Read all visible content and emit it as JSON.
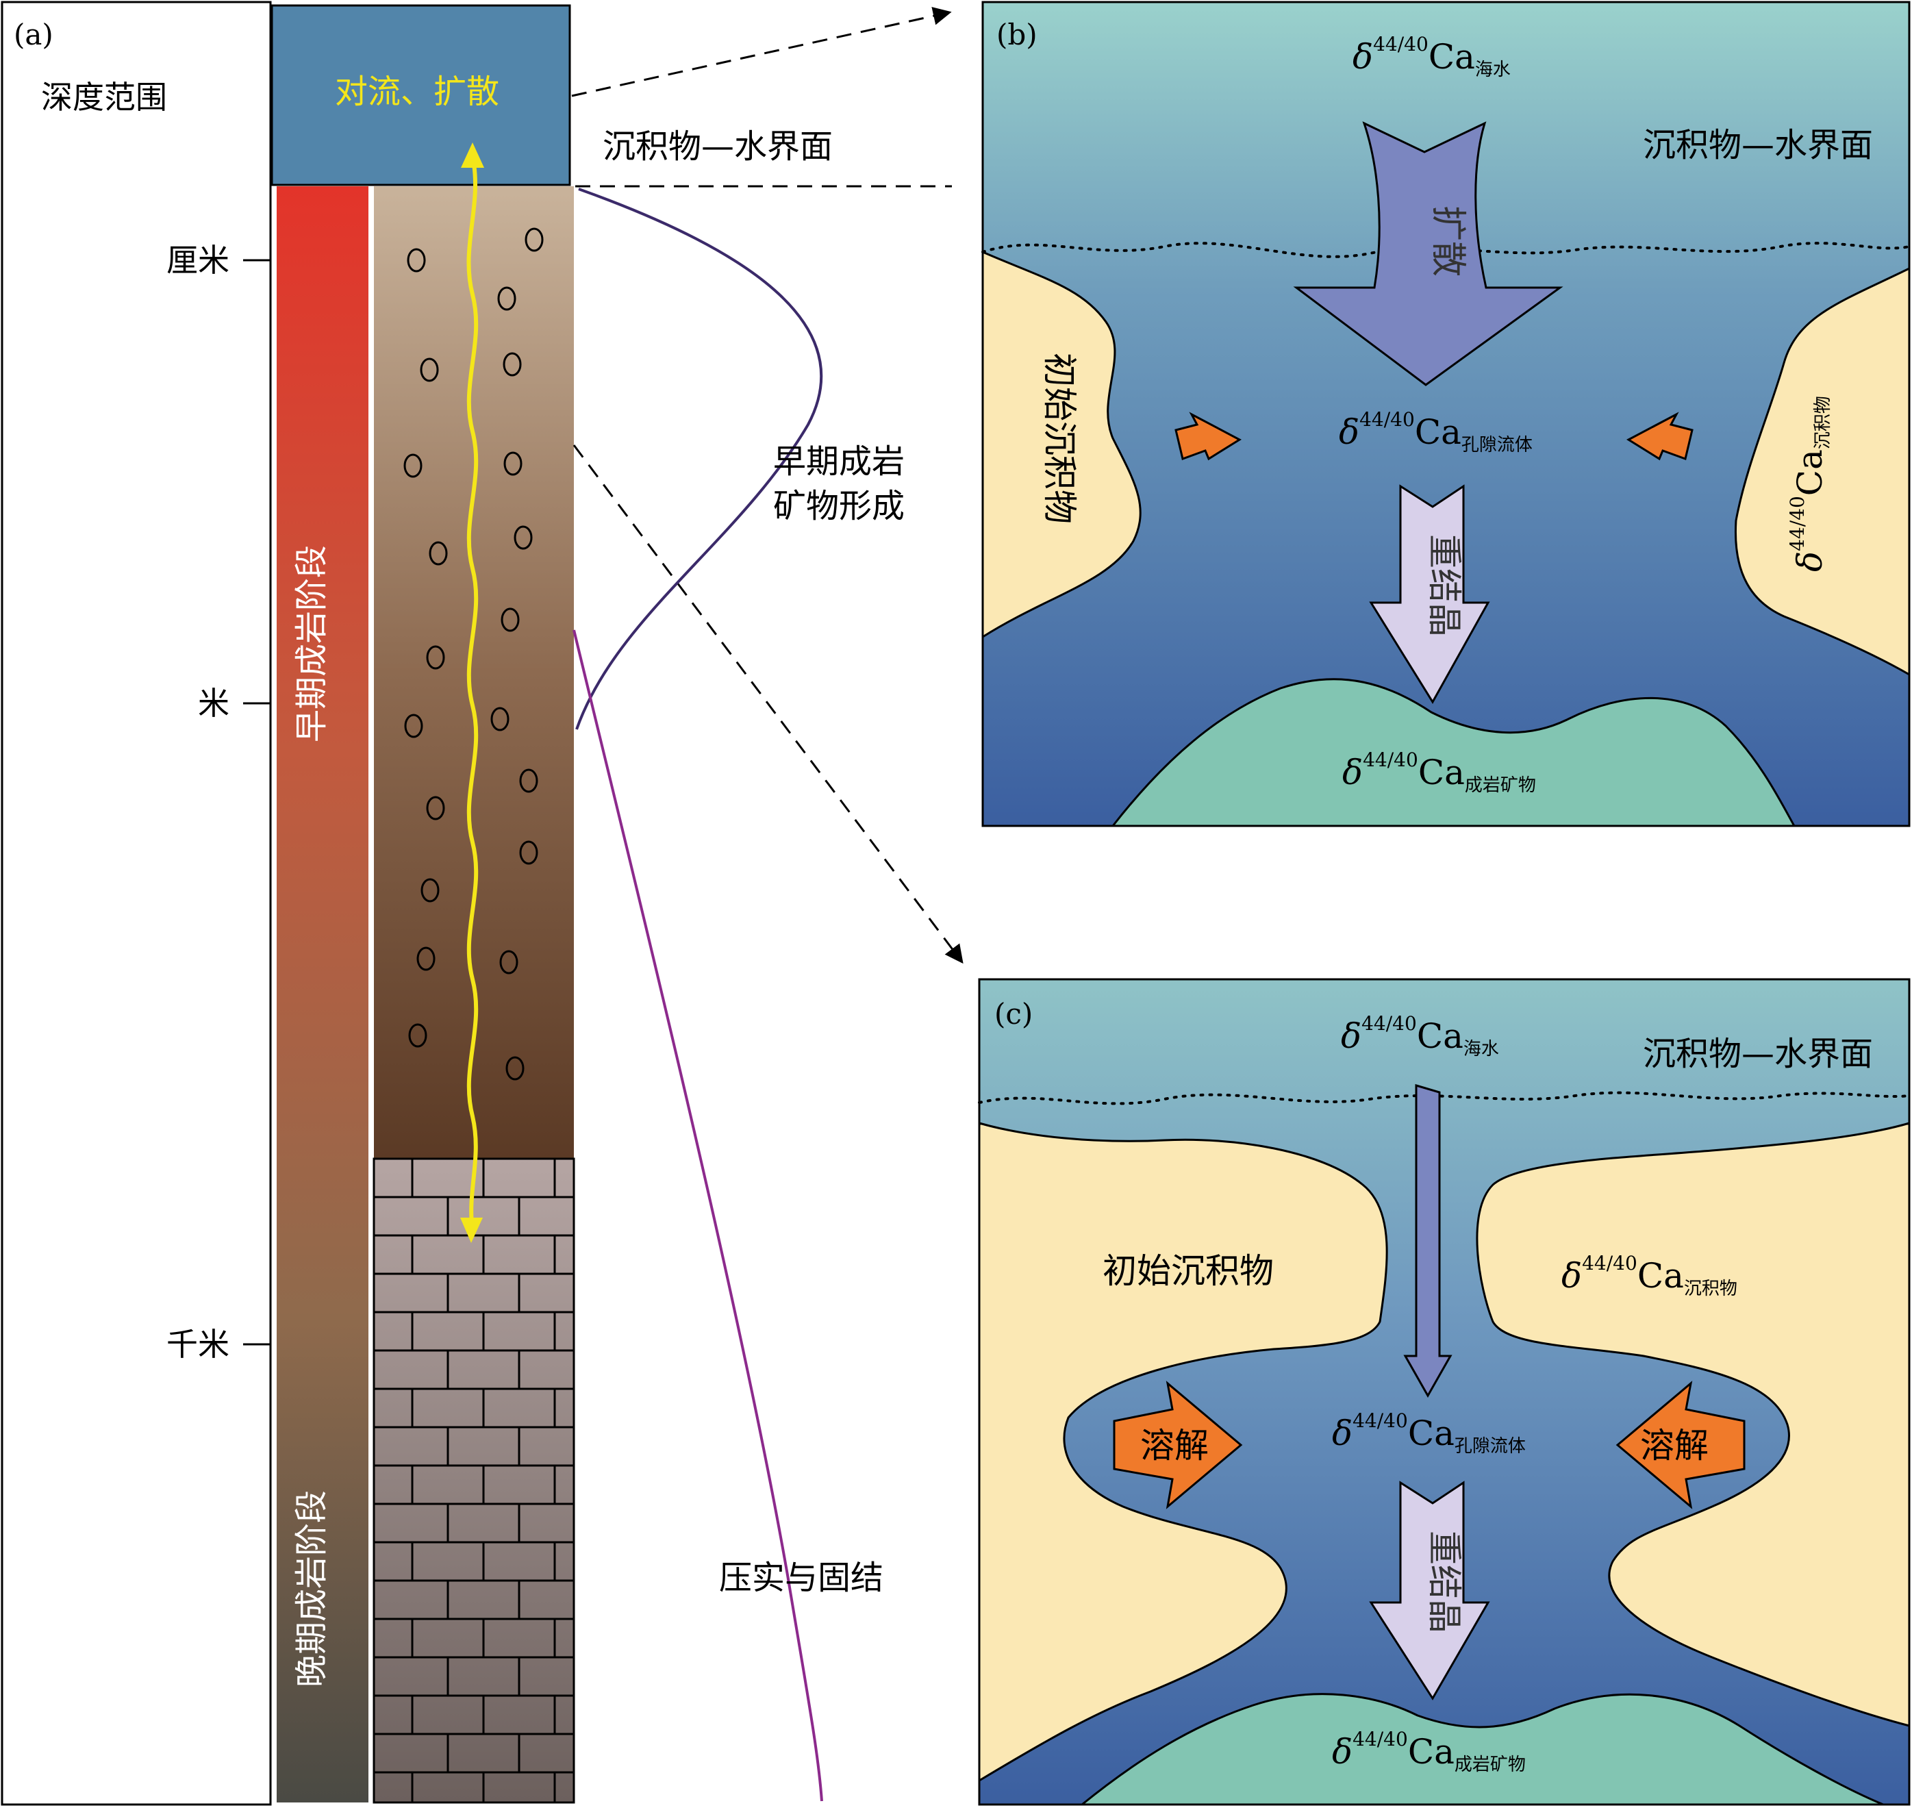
{
  "panel_a": {
    "label": "(a)",
    "depth_title": "深度范围",
    "top_zone_label": "对流、扩散",
    "interface_label": "沉积物—水界面",
    "depth_ticks": [
      "厘米",
      "米",
      "千米"
    ],
    "early_stage_label": "早期成岩阶段",
    "late_stage_label": "晚期成岩阶段",
    "early_mineral_label_line1": "早期成岩",
    "early_mineral_label_line2": "矿物形成",
    "compaction_label": "压实与固结"
  },
  "panel_b": {
    "label": "(b)",
    "delta_symbol": "δ",
    "isotope_sup": "44/40",
    "element": "Ca",
    "seawater_sub": "海水",
    "interface_label": "沉积物—水界面",
    "diffusion_label": "扩散",
    "initial_sediment_label": "初始沉积物",
    "porefluid_sub": "孔隙流体",
    "sediment_sub": "沉积物",
    "recrystallization_label": "重结晶",
    "diagenetic_sub": "成岩矿物"
  },
  "panel_c": {
    "label": "(c)",
    "interface_label": "沉积物—水界面",
    "initial_sediment_label": "初始沉积物",
    "dissolution_label": "溶解",
    "recrystallization_label": "重结晶",
    "seawater_sub": "海水",
    "porefluid_sub": "孔隙流体",
    "sediment_sub": "沉积物",
    "diagenetic_sub": "成岩矿物"
  },
  "colors": {
    "seawater_teal": "#9ad1cc",
    "deep_blue": "#3b5fa0",
    "sediment_cream": "#fbe8b4",
    "diagenetic_green": "#82c5b2",
    "arrow_purple": "#7b86c0",
    "recryst_lilac": "#d8d0ea",
    "dissolve_orange": "#f07a2a",
    "yellow_arrow": "#f4e61a",
    "early_red": "#e3342a",
    "late_gray": "#4a4a44"
  }
}
